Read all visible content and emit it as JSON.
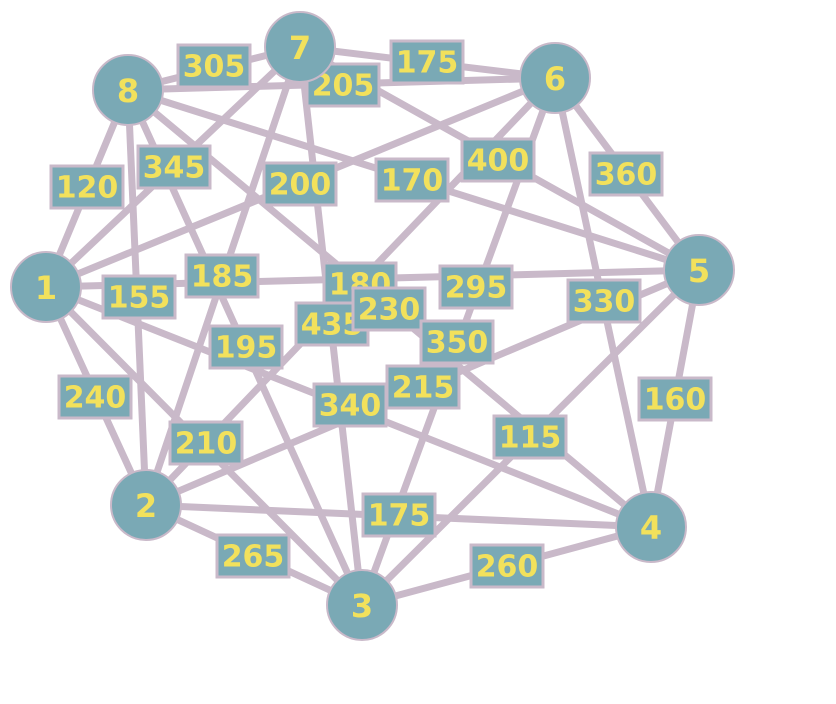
{
  "colors": {
    "node_fill": "#7aa9b5",
    "edge": "#c9b9c9",
    "text": "#f2e15c",
    "background": "#ffffff"
  },
  "nodes": [
    {
      "id": "1",
      "label": "1"
    },
    {
      "id": "2",
      "label": "2"
    },
    {
      "id": "3",
      "label": "3"
    },
    {
      "id": "4",
      "label": "4"
    },
    {
      "id": "5",
      "label": "5"
    },
    {
      "id": "6",
      "label": "6"
    },
    {
      "id": "7",
      "label": "7"
    },
    {
      "id": "8",
      "label": "8"
    }
  ],
  "edges": [
    {
      "from": "8",
      "to": "7",
      "weight": "305"
    },
    {
      "from": "7",
      "to": "6",
      "weight": "175"
    },
    {
      "from": "8",
      "to": "6",
      "weight": "205"
    },
    {
      "from": "8",
      "to": "1",
      "weight": "120"
    },
    {
      "from": "1",
      "to": "7",
      "weight": "345"
    },
    {
      "from": "1",
      "to": "6",
      "weight": "200"
    },
    {
      "from": "7",
      "to": "5",
      "weight": "170"
    },
    {
      "from": "8",
      "to": "5",
      "weight": "400"
    },
    {
      "from": "6",
      "to": "5",
      "weight": "360"
    },
    {
      "from": "1",
      "to": "5",
      "weight": "180"
    },
    {
      "from": "8",
      "to": "2",
      "weight": "155"
    },
    {
      "from": "7",
      "to": "2",
      "weight": "185"
    },
    {
      "from": "6",
      "to": "2",
      "weight": "435"
    },
    {
      "from": "7",
      "to": "3",
      "weight": "230"
    },
    {
      "from": "8",
      "to": "3",
      "weight": "195"
    },
    {
      "from": "6",
      "to": "4",
      "weight": "330"
    },
    {
      "from": "6",
      "to": "3",
      "weight": "295"
    },
    {
      "from": "8",
      "to": "4",
      "weight": "350"
    },
    {
      "from": "1",
      "to": "4",
      "weight": "340"
    },
    {
      "from": "2",
      "to": "5",
      "weight": "215"
    },
    {
      "from": "1",
      "to": "2",
      "weight": "240"
    },
    {
      "from": "1",
      "to": "3",
      "weight": "210"
    },
    {
      "from": "5",
      "to": "4",
      "weight": "160"
    },
    {
      "from": "5",
      "to": "3",
      "weight": "115"
    },
    {
      "from": "2",
      "to": "4",
      "weight": "175"
    },
    {
      "from": "2",
      "to": "3",
      "weight": "265"
    },
    {
      "from": "3",
      "to": "4",
      "weight": "260"
    }
  ]
}
